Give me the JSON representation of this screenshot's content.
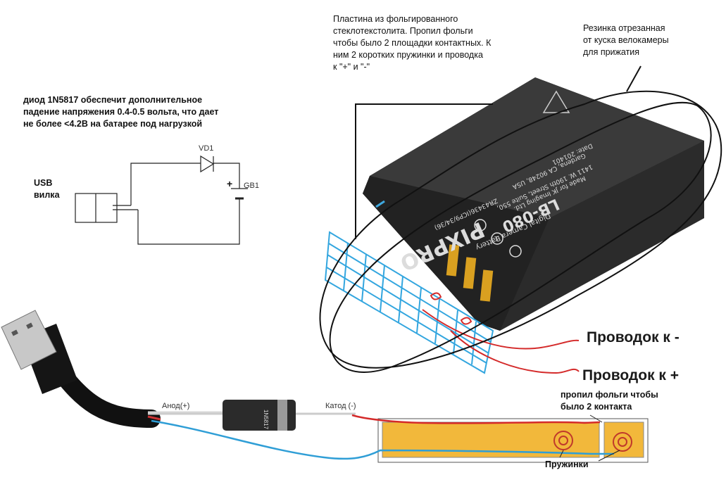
{
  "notes": {
    "plate": "Пластина из фольгированного\nстеклотекстолита. Пропил фольги\nчтобы было 2 площадки контактных. К\nним 2 коротких пружинки и проводка\nк \"+\" и \"-\"",
    "rubber": "Резинка отрезанная\nот куска велокамеры\nдля прижатия",
    "diode": "диод 1N5817  обеспечит дополнительное\nпадение напряжения 0.4-0.5 вольта, что дает\nне более  <4.2В на батарее под нагрузкой",
    "usb": "USB\nвилка",
    "wire_minus": "Проводок к -",
    "wire_plus": "Проводок к +",
    "cut": "пропил фольги чтобы\nбыло 2 контакта",
    "springs": "Пружинки"
  },
  "schematic": {
    "vd1": "VD1",
    "gb1": "GB1",
    "plus": "+"
  },
  "diode_labels": {
    "anode": "Анод(+)",
    "cathode": "Катод (-)",
    "part": "1N5817"
  },
  "battery": {
    "brand": "PIXPRO",
    "model": "LB-080",
    "line1": "Digital Camera Battery",
    "line2": "Made for JK Imaging Ltd.",
    "line3": "1411 W. 190th Street, Suite 550,",
    "line4": "Gardena, CA 90248, USA",
    "line5": "Date: 201401",
    "code": "ZR43436(ICP9/34/36)",
    "t_symbol": "T"
  },
  "colors": {
    "red_wire": "#d42a2a",
    "blue_wire": "#2f9ed6",
    "grid": "#33a6df",
    "board": "#f2b83b",
    "marker": "#111111"
  }
}
